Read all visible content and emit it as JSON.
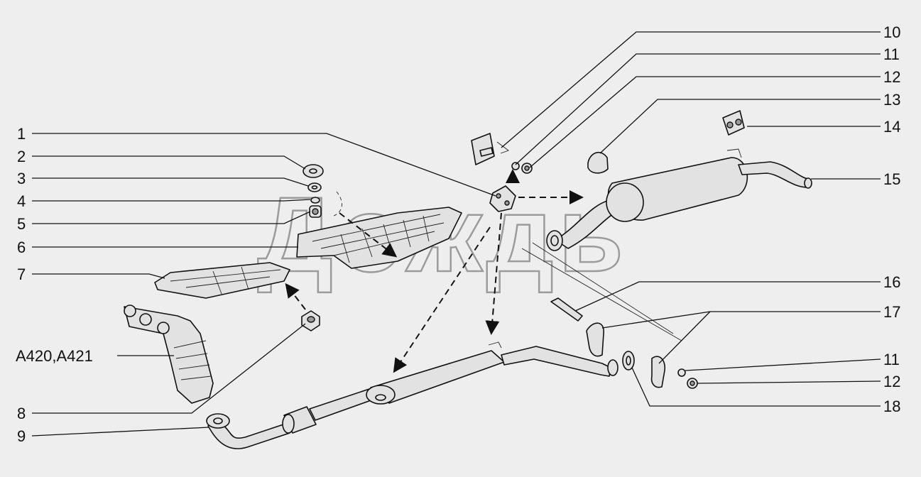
{
  "watermark": "Дождь",
  "callouts": {
    "c1": "1",
    "c2": "2",
    "c3": "3",
    "c4": "4",
    "c5": "5",
    "c6": "6",
    "c7": "7",
    "c8": "8",
    "c9": "9",
    "c10": "10",
    "c11a": "11",
    "c12a": "12",
    "c13": "13",
    "c14": "14",
    "c15": "15",
    "c16": "16",
    "c17": "17",
    "c11b": "11",
    "c12b": "12",
    "c18": "18",
    "variant": "A420,A421"
  }
}
